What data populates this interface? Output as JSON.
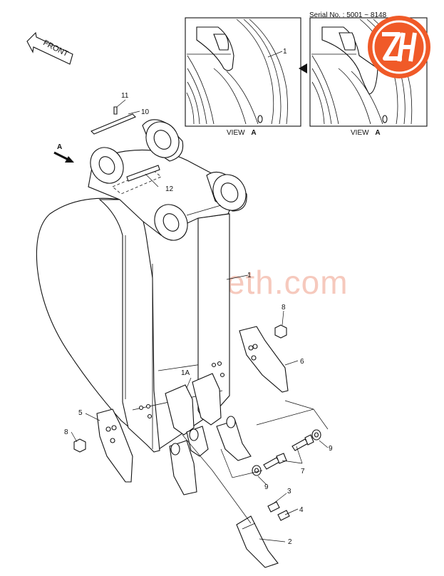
{
  "serial": "Serial No. : 5001 ~ 8148",
  "front_label": "FRONT",
  "view_arrow_label": "A",
  "views": [
    {
      "caption": "VIEW",
      "letter": "A",
      "part": "1"
    },
    {
      "caption": "VIEW",
      "letter": "A"
    }
  ],
  "watermark": "bucketsteeth.com",
  "logo_text": "ZH",
  "colors": {
    "logo": "#f05a28",
    "watermark": "#f6c9bd",
    "line": "#111111"
  },
  "callouts": {
    "p1": "1",
    "p1a": "1A",
    "p2": "2",
    "p3": "3",
    "p4": "4",
    "p5": "5",
    "p6": "6",
    "p7": "7",
    "p8_left": "8",
    "p8_right": "8",
    "p9_upper": "9",
    "p9_lower": "9",
    "p10": "10",
    "p11": "11",
    "p12": "12"
  }
}
